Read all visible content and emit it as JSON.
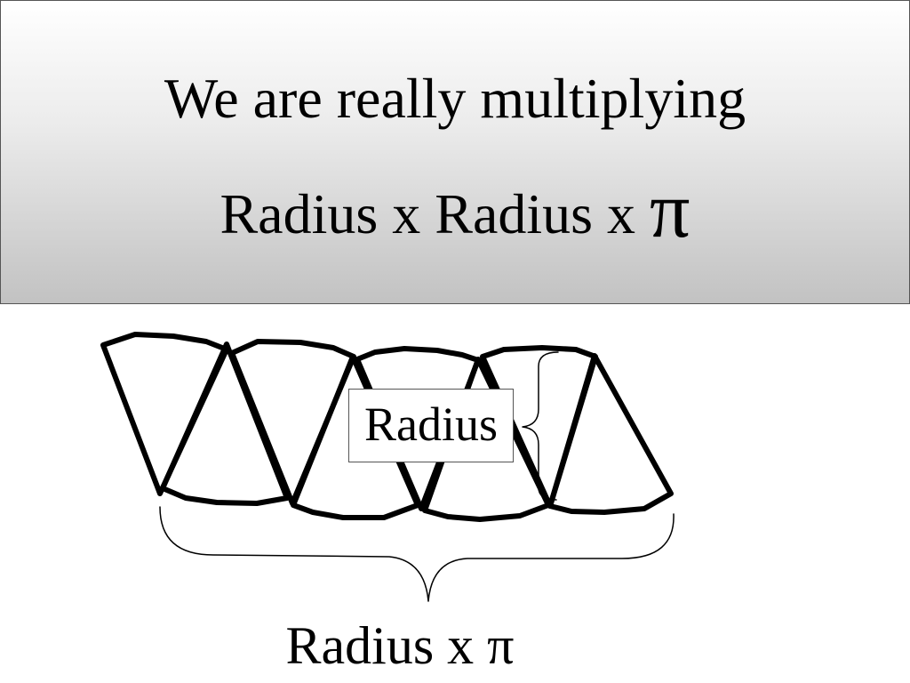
{
  "title": {
    "line1": "We are really multiplying",
    "line2_text": "Radius x Radius x ",
    "line2_pi": "π"
  },
  "diagram": {
    "radius_label": "Radius",
    "bottom_label": "Radius x π"
  }
}
